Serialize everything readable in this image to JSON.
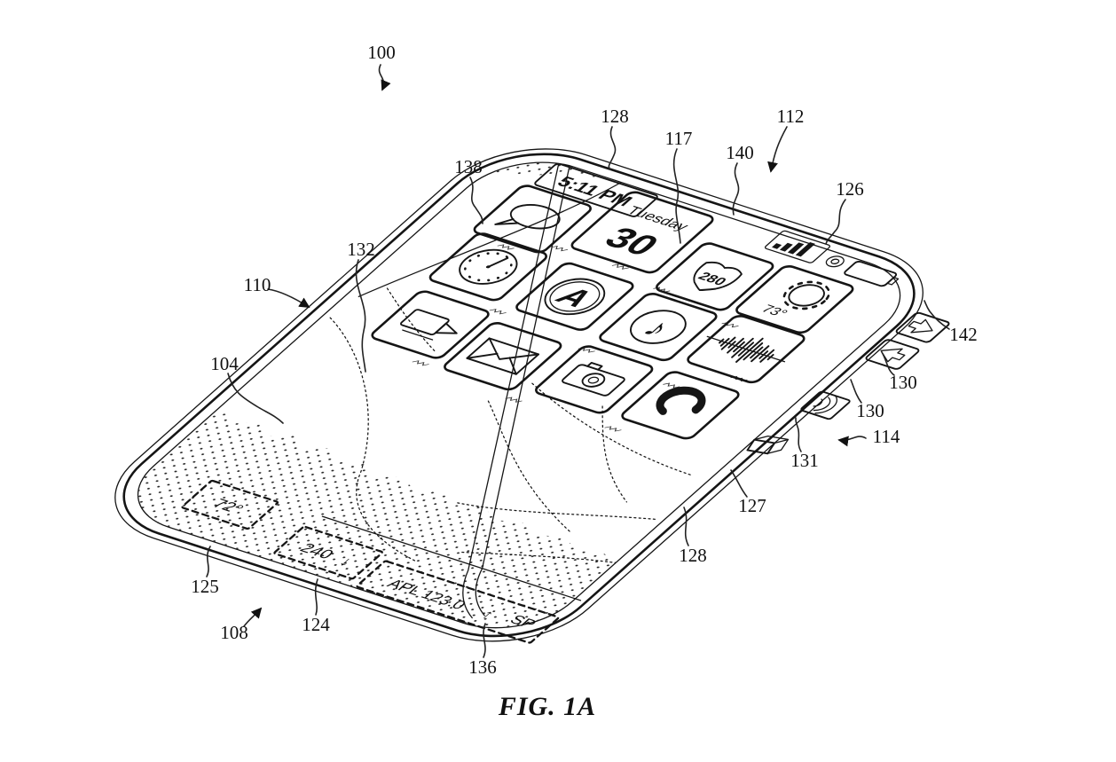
{
  "figure": {
    "caption": "FIG. 1A"
  },
  "screen": {
    "time": "5:11 PM",
    "calendar_day_name": "Tuesday",
    "calendar_day": "30",
    "route_number": "280",
    "weather_temp": "73°",
    "music_note": "♪",
    "compass_letter": "A"
  },
  "edge_display": {
    "temp": "72°",
    "altitude": "240",
    "altitude_arrow": "↓",
    "stock_ticker": "APL 123.0",
    "ticker_arrow": "↑",
    "speed": "SP"
  },
  "ref_labels": {
    "n100": "100",
    "n104": "104",
    "n108": "108",
    "n110": "110",
    "n112": "112",
    "n114": "114",
    "n117": "117",
    "n124": "124",
    "n125": "125",
    "n126": "126",
    "n127": "127",
    "n128_top": "128",
    "n128_bottom": "128",
    "n130_upper": "130",
    "n130_lower": "130",
    "n131": "131",
    "n132": "132",
    "n136": "136",
    "n138": "138",
    "n140": "140",
    "n142": "142"
  },
  "icon_names": [
    "speech-bubble",
    "calendar",
    "route-sign",
    "weather-sun",
    "clock",
    "compass",
    "music-note",
    "audio-waveform",
    "video-camera",
    "envelope",
    "camera",
    "phone-handset",
    "signal-bars",
    "round-sensor",
    "battery",
    "volume-up-arrow-button",
    "volume-down-arrow-button",
    "speaker-port",
    "side-button"
  ]
}
